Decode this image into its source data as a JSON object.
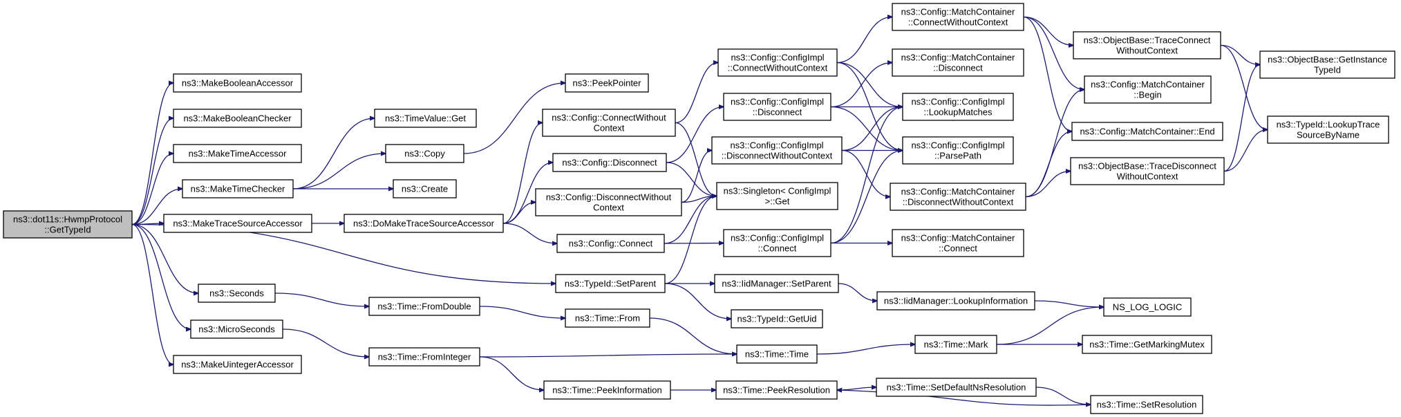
{
  "diagram": {
    "type": "call-graph",
    "nodes": [
      {
        "id": "root",
        "lines": [
          "ns3::dot11s::HwmpProtocol",
          "::GetTypeId"
        ],
        "root": true
      },
      {
        "id": "mkBoolAcc",
        "lines": [
          "ns3::MakeBooleanAccessor"
        ]
      },
      {
        "id": "mkBoolChk",
        "lines": [
          "ns3::MakeBooleanChecker"
        ]
      },
      {
        "id": "mkTimeAcc",
        "lines": [
          "ns3::MakeTimeAccessor"
        ]
      },
      {
        "id": "mkTimeChk",
        "lines": [
          "ns3::MakeTimeChecker"
        ]
      },
      {
        "id": "mkTraceSrc",
        "lines": [
          "ns3::MakeTraceSourceAccessor"
        ]
      },
      {
        "id": "seconds",
        "lines": [
          "ns3::Seconds"
        ]
      },
      {
        "id": "micro",
        "lines": [
          "ns3::MicroSeconds"
        ]
      },
      {
        "id": "mkUint",
        "lines": [
          "ns3::MakeUintegerAccessor"
        ]
      },
      {
        "id": "tvGet",
        "lines": [
          "ns3::TimeValue::Get"
        ]
      },
      {
        "id": "copy",
        "lines": [
          "ns3::Copy"
        ]
      },
      {
        "id": "create",
        "lines": [
          "ns3::Create"
        ]
      },
      {
        "id": "doMake",
        "lines": [
          "ns3::DoMakeTraceSourceAccessor"
        ]
      },
      {
        "id": "fromDouble",
        "lines": [
          "ns3::Time::FromDouble"
        ]
      },
      {
        "id": "fromInt",
        "lines": [
          "ns3::Time::FromInteger"
        ]
      },
      {
        "id": "peekPtr",
        "lines": [
          "ns3::PeekPointer"
        ]
      },
      {
        "id": "cfgConnWO",
        "lines": [
          "ns3::Config::ConnectWithout",
          "Context"
        ]
      },
      {
        "id": "cfgDisc",
        "lines": [
          "ns3::Config::Disconnect"
        ]
      },
      {
        "id": "cfgDiscWO",
        "lines": [
          "ns3::Config::DisconnectWithout",
          "Context"
        ]
      },
      {
        "id": "cfgConn",
        "lines": [
          "ns3::Config::Connect"
        ]
      },
      {
        "id": "setParent",
        "lines": [
          "ns3::TypeId::SetParent"
        ]
      },
      {
        "id": "tFrom",
        "lines": [
          "ns3::Time::From"
        ]
      },
      {
        "id": "peekInfo",
        "lines": [
          "ns3::Time::PeekInformation"
        ]
      },
      {
        "id": "ciConnWO",
        "lines": [
          "ns3::Config::ConfigImpl",
          "::ConnectWithoutContext"
        ]
      },
      {
        "id": "ciDisc",
        "lines": [
          "ns3::Config::ConfigImpl",
          "::Disconnect"
        ]
      },
      {
        "id": "ciDiscWO",
        "lines": [
          "ns3::Config::ConfigImpl",
          "::DisconnectWithoutContext"
        ]
      },
      {
        "id": "singleton",
        "lines": [
          "ns3::Singleton< ConfigImpl",
          ">::Get"
        ]
      },
      {
        "id": "ciConn",
        "lines": [
          "ns3::Config::ConfigImpl",
          "::Connect"
        ]
      },
      {
        "id": "iidSetParent",
        "lines": [
          "ns3::IidManager::SetParent"
        ]
      },
      {
        "id": "getUid",
        "lines": [
          "ns3::TypeId::GetUid"
        ]
      },
      {
        "id": "tTime",
        "lines": [
          "ns3::Time::Time"
        ]
      },
      {
        "id": "peekRes",
        "lines": [
          "ns3::Time::PeekResolution"
        ]
      },
      {
        "id": "mcConnWO",
        "lines": [
          "ns3::Config::MatchContainer",
          "::ConnectWithoutContext"
        ]
      },
      {
        "id": "mcDisc",
        "lines": [
          "ns3::Config::MatchContainer",
          "::Disconnect"
        ]
      },
      {
        "id": "ciLookup",
        "lines": [
          "ns3::Config::ConfigImpl",
          "::LookupMatches"
        ]
      },
      {
        "id": "ciParse",
        "lines": [
          "ns3::Config::ConfigImpl",
          "::ParsePath"
        ]
      },
      {
        "id": "mcDiscWO",
        "lines": [
          "ns3::Config::MatchContainer",
          "::DisconnectWithoutContext"
        ]
      },
      {
        "id": "mcConn",
        "lines": [
          "ns3::Config::MatchContainer",
          "::Connect"
        ]
      },
      {
        "id": "iidLookup",
        "lines": [
          "ns3::IidManager::LookupInformation"
        ]
      },
      {
        "id": "mark",
        "lines": [
          "ns3::Time::Mark"
        ]
      },
      {
        "id": "setDefNs",
        "lines": [
          "ns3::Time::SetDefaultNsResolution"
        ]
      },
      {
        "id": "obTcWO",
        "lines": [
          "ns3::ObjectBase::TraceConnect",
          "WithoutContext"
        ]
      },
      {
        "id": "mcBegin",
        "lines": [
          "ns3::Config::MatchContainer",
          "::Begin"
        ]
      },
      {
        "id": "mcEnd",
        "lines": [
          "ns3::Config::MatchContainer::End"
        ]
      },
      {
        "id": "obTdWO",
        "lines": [
          "ns3::ObjectBase::TraceDisconnect",
          "WithoutContext"
        ]
      },
      {
        "id": "nsLog",
        "lines": [
          "NS_LOG_LOGIC"
        ]
      },
      {
        "id": "getMarkMutex",
        "lines": [
          "ns3::Time::GetMarkingMutex"
        ]
      },
      {
        "id": "setRes",
        "lines": [
          "ns3::Time::SetResolution"
        ]
      },
      {
        "id": "obGetInst",
        "lines": [
          "ns3::ObjectBase::GetInstance",
          "TypeId"
        ]
      },
      {
        "id": "tidLookupTrace",
        "lines": [
          "ns3::TypeId::LookupTrace",
          "SourceByName"
        ]
      }
    ],
    "edges": [
      [
        "root",
        "mkBoolAcc"
      ],
      [
        "root",
        "mkBoolChk"
      ],
      [
        "root",
        "mkTimeAcc"
      ],
      [
        "root",
        "mkTimeChk"
      ],
      [
        "root",
        "mkTraceSrc"
      ],
      [
        "root",
        "seconds"
      ],
      [
        "root",
        "micro"
      ],
      [
        "root",
        "mkUint"
      ],
      [
        "root",
        "setParent"
      ],
      [
        "mkTimeChk",
        "tvGet"
      ],
      [
        "mkTimeChk",
        "copy"
      ],
      [
        "mkTimeChk",
        "create"
      ],
      [
        "copy",
        "peekPtr"
      ],
      [
        "mkTraceSrc",
        "doMake"
      ],
      [
        "doMake",
        "cfgConnWO"
      ],
      [
        "doMake",
        "cfgDisc"
      ],
      [
        "doMake",
        "cfgDiscWO"
      ],
      [
        "doMake",
        "cfgConn"
      ],
      [
        "cfgConnWO",
        "ciConnWO"
      ],
      [
        "cfgConnWO",
        "singleton"
      ],
      [
        "cfgDisc",
        "ciDisc"
      ],
      [
        "cfgDisc",
        "singleton"
      ],
      [
        "cfgDiscWO",
        "ciDiscWO"
      ],
      [
        "cfgDiscWO",
        "singleton"
      ],
      [
        "cfgConn",
        "ciConn"
      ],
      [
        "cfgConn",
        "singleton"
      ],
      [
        "setParent",
        "singleton"
      ],
      [
        "setParent",
        "iidSetParent"
      ],
      [
        "setParent",
        "getUid"
      ],
      [
        "seconds",
        "fromDouble"
      ],
      [
        "fromDouble",
        "tFrom"
      ],
      [
        "tFrom",
        "tTime"
      ],
      [
        "micro",
        "fromInt"
      ],
      [
        "fromInt",
        "tTime"
      ],
      [
        "fromInt",
        "peekInfo"
      ],
      [
        "peekInfo",
        "peekRes"
      ],
      [
        "peekRes",
        "setDefNs"
      ],
      [
        "setDefNs",
        "setRes"
      ],
      [
        "setRes",
        "peekRes"
      ],
      [
        "tTime",
        "mark"
      ],
      [
        "mark",
        "nsLog"
      ],
      [
        "mark",
        "getMarkMutex"
      ],
      [
        "iidSetParent",
        "iidLookup"
      ],
      [
        "iidLookup",
        "nsLog"
      ],
      [
        "ciConnWO",
        "mcConnWO"
      ],
      [
        "ciConnWO",
        "ciLookup"
      ],
      [
        "ciConnWO",
        "ciParse"
      ],
      [
        "ciDisc",
        "mcDisc"
      ],
      [
        "ciDisc",
        "ciLookup"
      ],
      [
        "ciDisc",
        "ciParse"
      ],
      [
        "ciDiscWO",
        "mcDiscWO"
      ],
      [
        "ciDiscWO",
        "ciLookup"
      ],
      [
        "ciDiscWO",
        "ciParse"
      ],
      [
        "ciConn",
        "mcConn"
      ],
      [
        "ciConn",
        "ciLookup"
      ],
      [
        "ciConn",
        "ciParse"
      ],
      [
        "mcConnWO",
        "obTcWO"
      ],
      [
        "mcConnWO",
        "mcBegin"
      ],
      [
        "mcConnWO",
        "mcEnd"
      ],
      [
        "mcDiscWO",
        "obTdWO"
      ],
      [
        "mcDiscWO",
        "mcBegin"
      ],
      [
        "mcDiscWO",
        "mcEnd"
      ],
      [
        "obTcWO",
        "obGetInst"
      ],
      [
        "obTcWO",
        "tidLookupTrace"
      ],
      [
        "obTdWO",
        "obGetInst"
      ],
      [
        "obTdWO",
        "tidLookupTrace"
      ]
    ]
  }
}
